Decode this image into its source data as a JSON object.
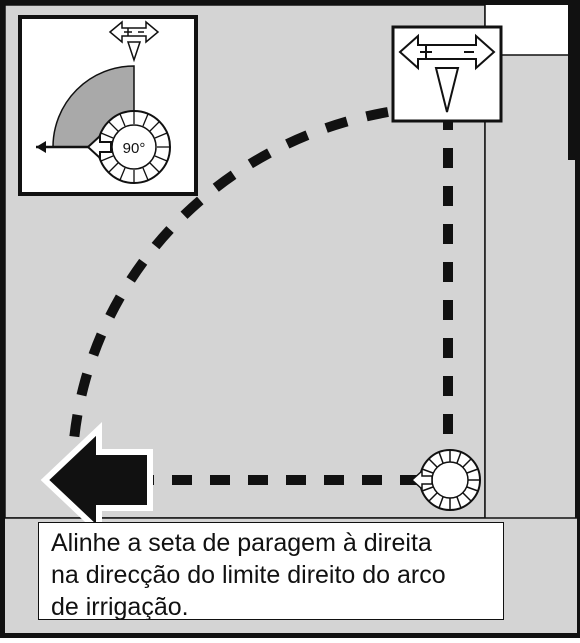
{
  "caption": {
    "lines": [
      "Alinhe a seta de paragem à direita",
      "na direcção do limite direito do arco",
      "de irrigação."
    ]
  },
  "inset": {
    "rotor_label": "90°"
  },
  "colors": {
    "background_gray": "#d4d4d4",
    "arc_fill": "#a9a9a9",
    "ink": "#111111",
    "white": "#ffffff"
  },
  "icons": [
    "adjustment-arrow-icon",
    "stop-arrow-icon",
    "rotor-head-icon",
    "arrow-left-icon"
  ]
}
